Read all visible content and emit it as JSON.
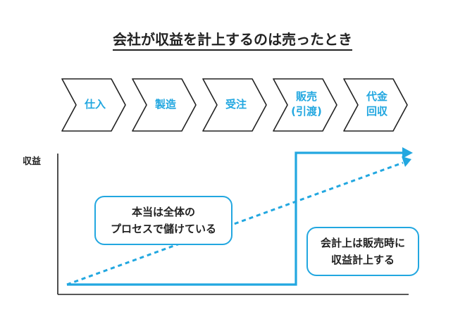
{
  "title": "会社が収益を計上するのは売ったとき",
  "steps": [
    {
      "line1": "仕入",
      "line2": ""
    },
    {
      "line1": "製造",
      "line2": ""
    },
    {
      "line1": "受注",
      "line2": ""
    },
    {
      "line1": "販売",
      "line2": "(引渡)"
    },
    {
      "line1": "代金",
      "line2": "回収"
    }
  ],
  "y_axis_label": "収益",
  "callouts": {
    "actual": {
      "line1": "本当は全体の",
      "line2": "プロセスで儲けている"
    },
    "accounting": {
      "line1": "会計上は販売時に",
      "line2": "収益計上する"
    }
  },
  "colors": {
    "accent": "#22a7e0",
    "ink": "#222222"
  }
}
